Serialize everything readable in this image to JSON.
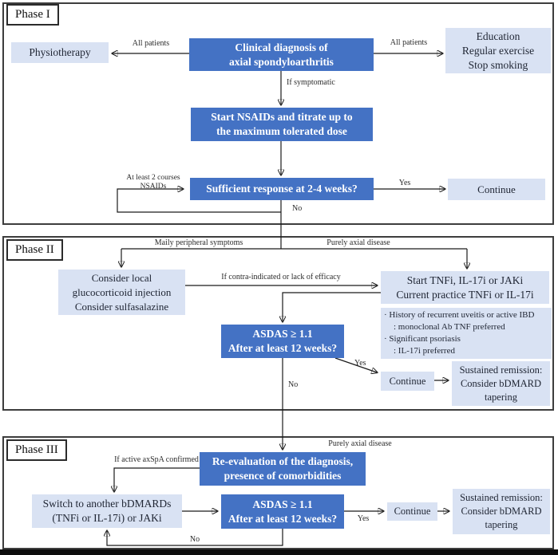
{
  "colors": {
    "dark_box": "#4472C4",
    "light_box": "#D9E2F3",
    "line": "#1a1a1a"
  },
  "phase1": {
    "label": "Phase I",
    "physiotherapy": "Physiotherapy",
    "all_patients_left": "All patients",
    "all_patients_right": "All patients",
    "clinical_line1": "Clinical diagnosis of",
    "clinical_line2": "axial spondyloarthritis",
    "education_line1": "Education",
    "education_line2": "Regular exercise",
    "education_line3": "Stop smoking",
    "if_symptomatic": "If symptomatic",
    "nsaids_line1": "Start NSAIDs and titrate up to",
    "nsaids_line2": "the maximum tolerated dose",
    "loop_line1": "At least 2 courses",
    "loop_line2": "NSAIDs",
    "sufficient": "Sufficient response at 2-4 weeks?",
    "yes": "Yes",
    "no": "No",
    "continue": "Continue"
  },
  "phase2": {
    "label": "Phase II",
    "branch_left": "Maily peripheral symptoms",
    "branch_right": "Purely axial disease",
    "consider_line1": "Consider local",
    "consider_line2": "glucocorticoid injection",
    "consider_line3": "Consider sulfasalazine",
    "contra": "If contra-indicated or lack of efficacy",
    "start_line1": "Start TNFi, IL-17i or JAKi",
    "start_line2": "Current practice TNFi or IL-17i",
    "notes_line1": "· History of recurrent uveitis or active IBD",
    "notes_line2": ": monoclonal Ab TNF preferred",
    "notes_line3": "· Significant psoriasis",
    "notes_line4": ": IL-17i preferred",
    "asdas_line1": "ASDAS ≥ 1.1",
    "asdas_line2": "After at least 12 weeks?",
    "yes": "Yes",
    "no": "No",
    "continue": "Continue",
    "sustained_line1": "Sustained remission:",
    "sustained_line2": "Consider bDMARD",
    "sustained_line3": "tapering"
  },
  "phase3": {
    "label": "Phase III",
    "purely_axial": "Purely axial disease",
    "if_active": "If active axSpA confirmed",
    "reeval_line1": "Re-evaluation of the diagnosis,",
    "reeval_line2": "presence of comorbidities",
    "switch_line1": "Switch to another bDMARDs",
    "switch_line2": "(TNFi or IL-17i) or JAKi",
    "asdas_line1": "ASDAS ≥ 1.1",
    "asdas_line2": "After at least 12 weeks?",
    "yes": "Yes",
    "no": "No",
    "continue": "Continue",
    "sustained_line1": "Sustained remission:",
    "sustained_line2": "Consider bDMARD",
    "sustained_line3": "tapering"
  }
}
